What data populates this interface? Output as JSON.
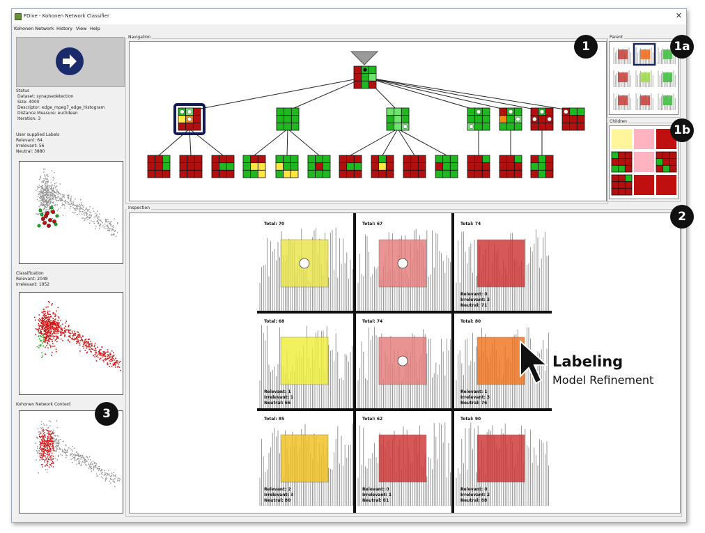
{
  "window": {
    "title": "FDive - Kohonen Network Classifier",
    "close_glyph": "✕"
  },
  "menu": [
    "Kohonen Network",
    "History",
    "View",
    "Help"
  ],
  "run_button": {
    "icon": "arrow-right-icon"
  },
  "status": {
    "heading": "Status",
    "lines": [
      "Dataset: synapsedetection",
      "Size: 4000",
      "Descriptor: edge_mpeg7_edge_histogram",
      "Distance Measure: euclidean",
      "Iteration: 3"
    ]
  },
  "user_labels": {
    "heading": "User supplied Labels",
    "lines": [
      "Relevant: 64",
      "Irrelevant: 56",
      "Neutral: 3880"
    ]
  },
  "classification": {
    "heading": "Classification",
    "lines": [
      "Relevant: 2048",
      "Irrelevant: 1952"
    ]
  },
  "context": {
    "heading": "Kohonen Network Context"
  },
  "panels": {
    "navigation": "Navigation",
    "parent": "Parent",
    "children": "Children",
    "inspection": "Inspection"
  },
  "callouts": [
    "1",
    "1a",
    "1b",
    "2",
    "3"
  ],
  "colors": {
    "relevant": "#cc1111",
    "irrelevant": "#22bb22",
    "neutral": "#999999",
    "dark_red": "#b30f0f",
    "green": "#1fb91f",
    "yellow": "#ffe640",
    "orange": "#f07a20"
  },
  "inspection_cells": [
    {
      "total": "Total: 70",
      "color": "#e8e34a",
      "dot": true,
      "counts": []
    },
    {
      "total": "Total: 67",
      "color": "#e57c7c",
      "dot": true,
      "counts": []
    },
    {
      "total": "Total: 74",
      "color": "#cf3434",
      "dot": false,
      "counts": [
        "Relevant: 0",
        "Irrelevant: 3",
        "Neutral: 71"
      ]
    },
    {
      "total": "Total: 68",
      "color": "#eeee3a",
      "dot": false,
      "counts": [
        "Relevant: 1",
        "Irrelevant: 1",
        "Neutral: 66"
      ]
    },
    {
      "total": "Total: 74",
      "color": "#e57c7c",
      "dot": true,
      "counts": []
    },
    {
      "total": "Total: 80",
      "color": "#f0731f",
      "dot": false,
      "counts": [
        "Relevant: 1",
        "Irrelevant: 3",
        "Neutral: 76"
      ]
    },
    {
      "total": "Total: 85",
      "color": "#f0c020",
      "dot": false,
      "counts": [
        "Relevant: 2",
        "Irrelevant: 3",
        "Neutral: 80"
      ]
    },
    {
      "total": "Total: 62",
      "color": "#cf3434",
      "dot": false,
      "counts": [
        "Relevant: 0",
        "Irrelevant: 1",
        "Neutral: 61"
      ]
    },
    {
      "total": "Total: 90",
      "color": "#cf3434",
      "dot": false,
      "counts": [
        "Relevant: 0",
        "Irrelevant: 2",
        "Neutral: 88"
      ]
    }
  ],
  "annotation": {
    "labeling": "Labeling",
    "refinement": "Model Refinement"
  }
}
